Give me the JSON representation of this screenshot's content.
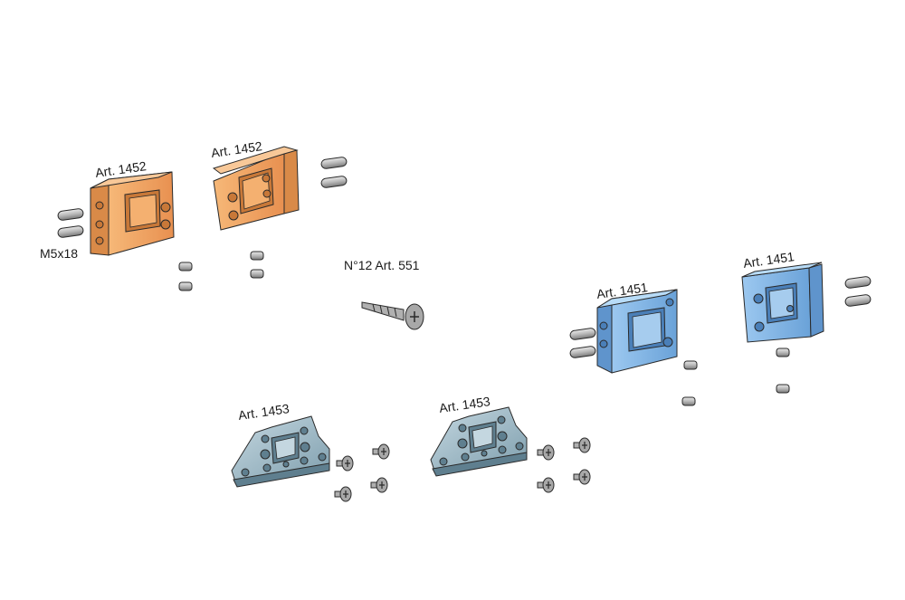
{
  "labels": {
    "orange_left": "Art. 1452",
    "orange_right": "Art. 1452",
    "screw_size": "M5x18",
    "wood_screw": "N°12 Art. 551",
    "blue_left": "Art. 1451",
    "blue_right": "Art. 1451",
    "plate_left": "Art. 1453",
    "plate_right": "Art. 1453"
  },
  "colors": {
    "orange": "#f0a060",
    "orange_dark": "#c87838",
    "blue": "#7fb4e4",
    "blue_dark": "#4a7fb8",
    "steel": "#9fbccb",
    "steel_dark": "#5f7f8f",
    "grey": "#c0c0c0",
    "grey_dark": "#707070",
    "outline": "#2a2a2a"
  }
}
